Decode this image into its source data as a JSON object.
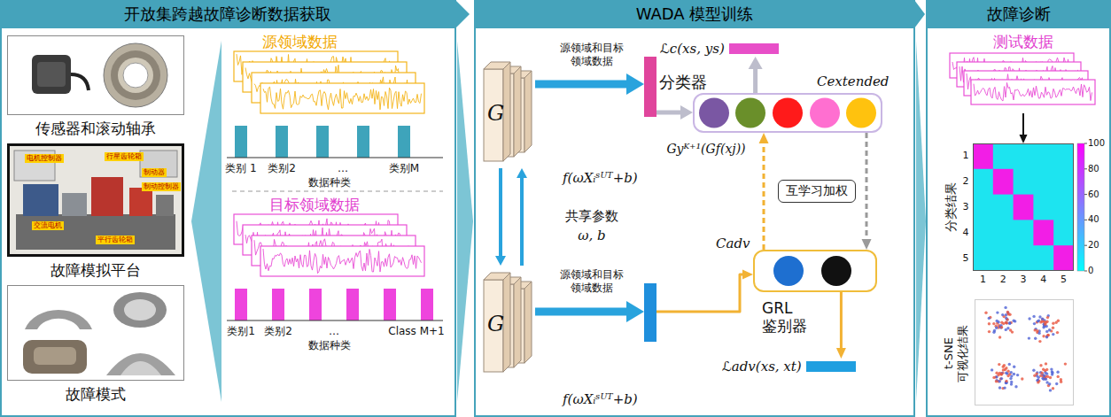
{
  "diagram": {
    "nodes": [
      {
        "text": [
          "开放集跨越故障诊断数据获取"
        ]
      },
      {
        "text": [
          "传感器和滚动轴承"
        ],
        "in": 0
      },
      {
        "text": [
          "故障模拟平台"
        ],
        "in": 0
      },
      {
        "text": [
          "电机控制器"
        ],
        "in": 2
      },
      {
        "text": [
          "行星齿轮箱"
        ],
        "in": 2
      },
      {
        "text": [
          "制动器"
        ],
        "in": 2
      },
      {
        "text": [
          "制动控制器"
        ],
        "in": 2
      },
      {
        "text": [
          "交流电机"
        ],
        "in": 2
      },
      {
        "text": [
          "平行齿轮箱"
        ],
        "in": 2
      },
      {
        "text": [
          "故障模式"
        ],
        "in": 0
      },
      {
        "text": [
          "源领域数据"
        ],
        "in": 0
      },
      {
        "text": [
          "目标领域数据"
        ],
        "in": 0
      },
      {
        "text": [
          "WADA 模型训练"
        ]
      },
      {
        "text": [
          "G"
        ],
        "in": 12
      },
      {
        "text": [
          "f(ωXᵢˢᵁᵀ+b)"
        ],
        "in": 12
      },
      {
        "text": [
          "ℒc(xs, ys)"
        ],
        "in": 12
      },
      {
        "text": [
          "分类器",
          "Cextended"
        ],
        "in": 12
      },
      {
        "text": [
          "互学习加权"
        ],
        "in": 12
      },
      {
        "text": [
          "Cadv",
          "GRL 鉴别器"
        ],
        "in": 12
      },
      {
        "text": [
          "ℒadv(xs, xt)"
        ],
        "in": 12
      },
      {
        "text": [
          "G"
        ],
        "in": 12
      },
      {
        "text": [
          "f(ωXᵢˢᵁᵀ+b)"
        ],
        "in": 12
      },
      {
        "text": [
          "故障诊断"
        ]
      },
      {
        "text": [
          "测试数据"
        ],
        "in": 22
      },
      {
        "text": [
          "分类结果"
        ],
        "in": 22
      },
      {
        "text": [
          "t-SNE 可视化结果"
        ],
        "in": 22
      }
    ],
    "edges": [
      {
        "from": 13,
        "to": 14,
        "arrow": "to",
        "label": "源领域和目标领域数据"
      },
      {
        "from": 20,
        "to": 21,
        "arrow": "to",
        "label": "源领域和目标领域数据"
      },
      {
        "from": 14,
        "to": 16,
        "arrow": "to"
      },
      {
        "from": 16,
        "to": 15,
        "arrow": "to"
      },
      {
        "from": 21,
        "to": 18,
        "arrow": "to"
      },
      {
        "from": 18,
        "to": 19,
        "arrow": "to"
      },
      {
        "from": 18,
        "to": 16,
        "arrow": "to"
      },
      {
        "from": 16,
        "to": 18,
        "arrow": "to"
      },
      {
        "from": 13,
        "to": 20,
        "arrow": "to"
      },
      {
        "from": 20,
        "to": 13,
        "arrow": "to"
      },
      {
        "from": 23,
        "to": 24,
        "arrow": "to"
      }
    ],
    "labels": [
      "类别 1",
      "类别2",
      "…",
      "类别M",
      "数据种类",
      "类别1",
      "类别2",
      "…",
      "Class M+1",
      "数据种类",
      "共享参数",
      "ω, b",
      "Gyᴷ⁺¹(Gf(xj))",
      "1",
      "2",
      "3",
      "4",
      "5",
      "1",
      "2",
      "3",
      "4",
      "5",
      "100",
      "80",
      "60",
      "40",
      "20",
      "0"
    ]
  }
}
